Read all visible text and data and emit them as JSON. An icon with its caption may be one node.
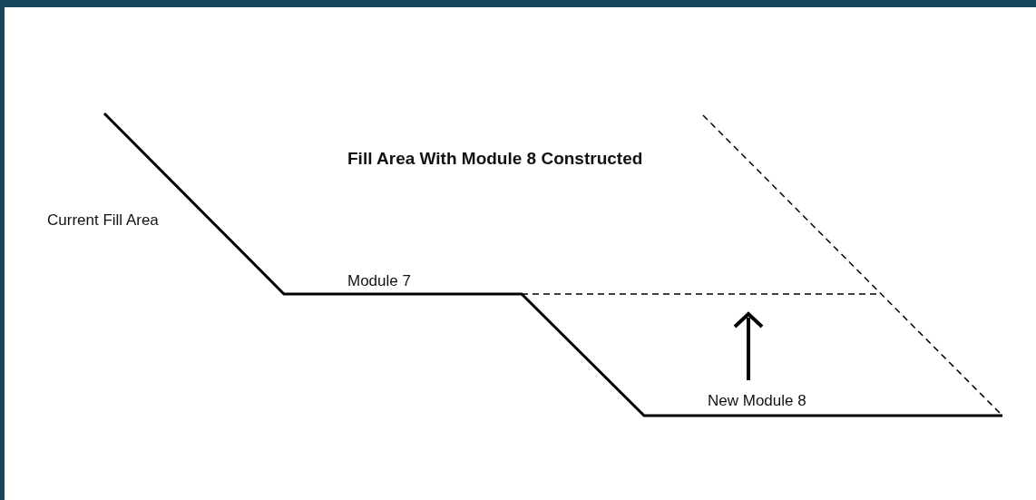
{
  "diagram": {
    "title": "Fill Area With Module 8 Constructed",
    "labels": [
      "Current Fill Area",
      "Module 7",
      "New Module 8"
    ]
  }
}
